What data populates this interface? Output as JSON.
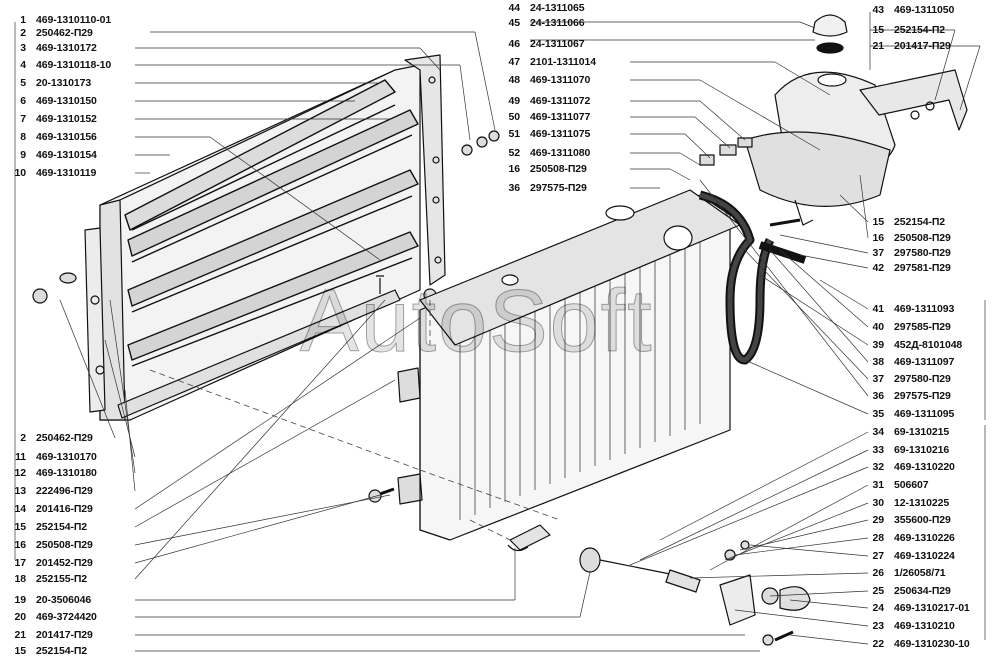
{
  "watermark": "AutoSoft",
  "labels_left": [
    {
      "num": "1",
      "code": "469-1310110-01"
    },
    {
      "num": "2",
      "code": "250462-П29"
    },
    {
      "num": "3",
      "code": "469-1310172"
    },
    {
      "num": "4",
      "code": "469-1310118-10"
    },
    {
      "num": "5",
      "code": "20-1310173"
    },
    {
      "num": "6",
      "code": "469-1310150"
    },
    {
      "num": "7",
      "code": "469-1310152"
    },
    {
      "num": "8",
      "code": "469-1310156"
    },
    {
      "num": "9",
      "code": "469-1310154"
    },
    {
      "num": "10",
      "code": "469-1310119"
    }
  ],
  "labels_left_bottom": [
    {
      "num": "2",
      "code": "250462-П29"
    },
    {
      "num": "11",
      "code": "469-1310170"
    },
    {
      "num": "12",
      "code": "469-1310180"
    },
    {
      "num": "13",
      "code": "222496-П29"
    },
    {
      "num": "14",
      "code": "201416-П29"
    },
    {
      "num": "15",
      "code": "252154-П2"
    },
    {
      "num": "16",
      "code": "250508-П29"
    },
    {
      "num": "17",
      "code": "201452-П29"
    },
    {
      "num": "18",
      "code": "252155-П2"
    },
    {
      "num": "19",
      "code": "20-3506046"
    },
    {
      "num": "20",
      "code": "469-3724420"
    },
    {
      "num": "21",
      "code": "201417-П29"
    },
    {
      "num": "15",
      "code": "252154-П2"
    }
  ],
  "labels_mid": [
    {
      "num": "44",
      "code": "24-1311065"
    },
    {
      "num": "45",
      "code": "24-1311066"
    },
    {
      "num": "46",
      "code": "24-1311067"
    },
    {
      "num": "47",
      "code": "2101-1311014"
    },
    {
      "num": "48",
      "code": "469-1311070"
    },
    {
      "num": "49",
      "code": "469-1311072"
    },
    {
      "num": "50",
      "code": "469-1311077"
    },
    {
      "num": "51",
      "code": "469-1311075"
    },
    {
      "num": "52",
      "code": "469-1311080"
    },
    {
      "num": "16",
      "code": "250508-П29"
    },
    {
      "num": "36",
      "code": "297575-П29"
    }
  ],
  "labels_right_top": [
    {
      "num": "43",
      "code": "469-1311050"
    },
    {
      "num": "15",
      "code": "252154-П2"
    },
    {
      "num": "21",
      "code": "201417-П29"
    }
  ],
  "labels_right_mid": [
    {
      "num": "15",
      "code": "252154-П2"
    },
    {
      "num": "16",
      "code": "250508-П29"
    },
    {
      "num": "37",
      "code": "297580-П29"
    },
    {
      "num": "42",
      "code": "297581-П29"
    }
  ],
  "labels_right_lower": [
    {
      "num": "41",
      "code": "469-1311093"
    },
    {
      "num": "40",
      "code": "297585-П29"
    },
    {
      "num": "39",
      "code": "452Д-8101048"
    },
    {
      "num": "38",
      "code": "469-1311097"
    },
    {
      "num": "37",
      "code": "297580-П29"
    },
    {
      "num": "36",
      "code": "297575-П29"
    },
    {
      "num": "35",
      "code": "469-1311095"
    }
  ],
  "labels_right_bottom": [
    {
      "num": "34",
      "code": "69-1310215"
    },
    {
      "num": "33",
      "code": "69-1310216"
    },
    {
      "num": "32",
      "code": "469-1310220"
    },
    {
      "num": "31",
      "code": "506607"
    },
    {
      "num": "30",
      "code": "12-1310225"
    },
    {
      "num": "29",
      "code": "355600-П29"
    },
    {
      "num": "28",
      "code": "469-1310226"
    },
    {
      "num": "27",
      "code": "469-1310224"
    },
    {
      "num": "26",
      "code": "1/26058/71"
    },
    {
      "num": "25",
      "code": "250634-П29"
    },
    {
      "num": "24",
      "code": "469-1310217-01"
    },
    {
      "num": "23",
      "code": "469-1310210"
    },
    {
      "num": "22",
      "code": "469-1310230-10"
    }
  ]
}
